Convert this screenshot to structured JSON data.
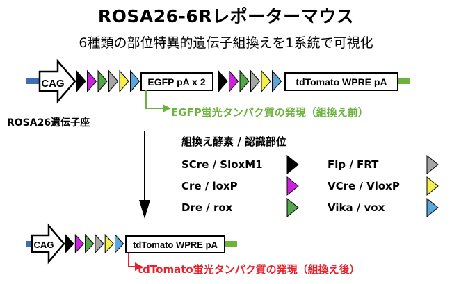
{
  "title": "ROSA26-6Rレポーターマウス",
  "subtitle": "6種類の部位特異的遺伝子組換えを1系統で可視化",
  "locus_label": "ROSA26遺伝子座",
  "egfp_caption": "EGFP蛍光タンパク質の発現（組換え前）",
  "td_caption": "tdTomato蛍光タンパク質の発現（組換え後）",
  "construct_before": {
    "promoter": "CAG",
    "cassette1": "EGFP pA x 2",
    "cassette2": "tdTomato WPRE pA"
  },
  "construct_after": {
    "promoter": "CAG",
    "cassette": "tdTomato WPRE pA"
  },
  "legend": {
    "title": "組換え酵素 / 認識部位",
    "pairs": [
      {
        "label": "SCre / SloxM1",
        "color": "#000000"
      },
      {
        "label": "Cre / loxP",
        "color": "#cc22dd"
      },
      {
        "label": "Dre / rox",
        "color": "#55a84a"
      },
      {
        "label": "Flp / FRT",
        "color": "#a6a6a6"
      },
      {
        "label": "VCre / VloxP",
        "color": "#f5ef4a"
      },
      {
        "label": "Vika / vox",
        "color": "#5aa7de"
      }
    ]
  },
  "colors": {
    "backbone_left": "#3c6fb4",
    "backbone_right": "#6cb33e",
    "egfp_arrow": "#6cb33e",
    "td_arrow": "#e8202a"
  }
}
